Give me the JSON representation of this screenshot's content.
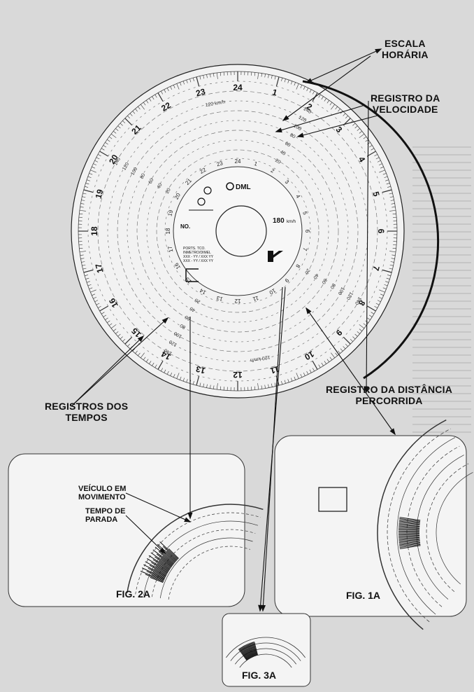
{
  "callouts": {
    "escala_horaria": [
      "ESCALA",
      "HORÁRIA"
    ],
    "registro_velocidade": [
      "REGISTRO DA",
      "VELOCIDADE"
    ],
    "registros_tempos": [
      "REGISTROS DOS",
      "TEMPOS"
    ],
    "registro_distancia": [
      "REGISTRO DA DISTÂNCIA",
      "PERCORRIDA"
    ]
  },
  "disc": {
    "brand": "DML",
    "speed_max": "180",
    "speed_unit": "km/h",
    "number_label": "NO.",
    "ports_text": [
      "PORTS. TCO.",
      "INMETRO/DIMEL",
      "XXX - YY / XXX YY",
      "XXX - YY / XXX YY"
    ],
    "hour_labels": [
      "24",
      "1",
      "2",
      "3",
      "4",
      "5",
      "6",
      "7",
      "8",
      "9",
      "10",
      "11",
      "12",
      "13",
      "14",
      "15",
      "16",
      "17",
      "18",
      "19",
      "20",
      "21",
      "22",
      "23"
    ],
    "speed_ring_labels": [
      "20",
      "40",
      "60",
      "80",
      "100",
      "120",
      "140"
    ],
    "speed_band_label": "120 km/h"
  },
  "insets": {
    "fig2a": {
      "label": "FIG. 2A",
      "moving": [
        "VEÍCULO EM",
        "MOVIMENTO"
      ],
      "stopped": [
        "TEMPO DE",
        "PARADA"
      ]
    },
    "fig1a": {
      "label": "FIG. 1A"
    },
    "fig3a": {
      "label": "FIG. 3A"
    }
  },
  "colors": {
    "background": "#d9d9d9",
    "disc": "#f2f2f2",
    "ink": "#111111"
  }
}
